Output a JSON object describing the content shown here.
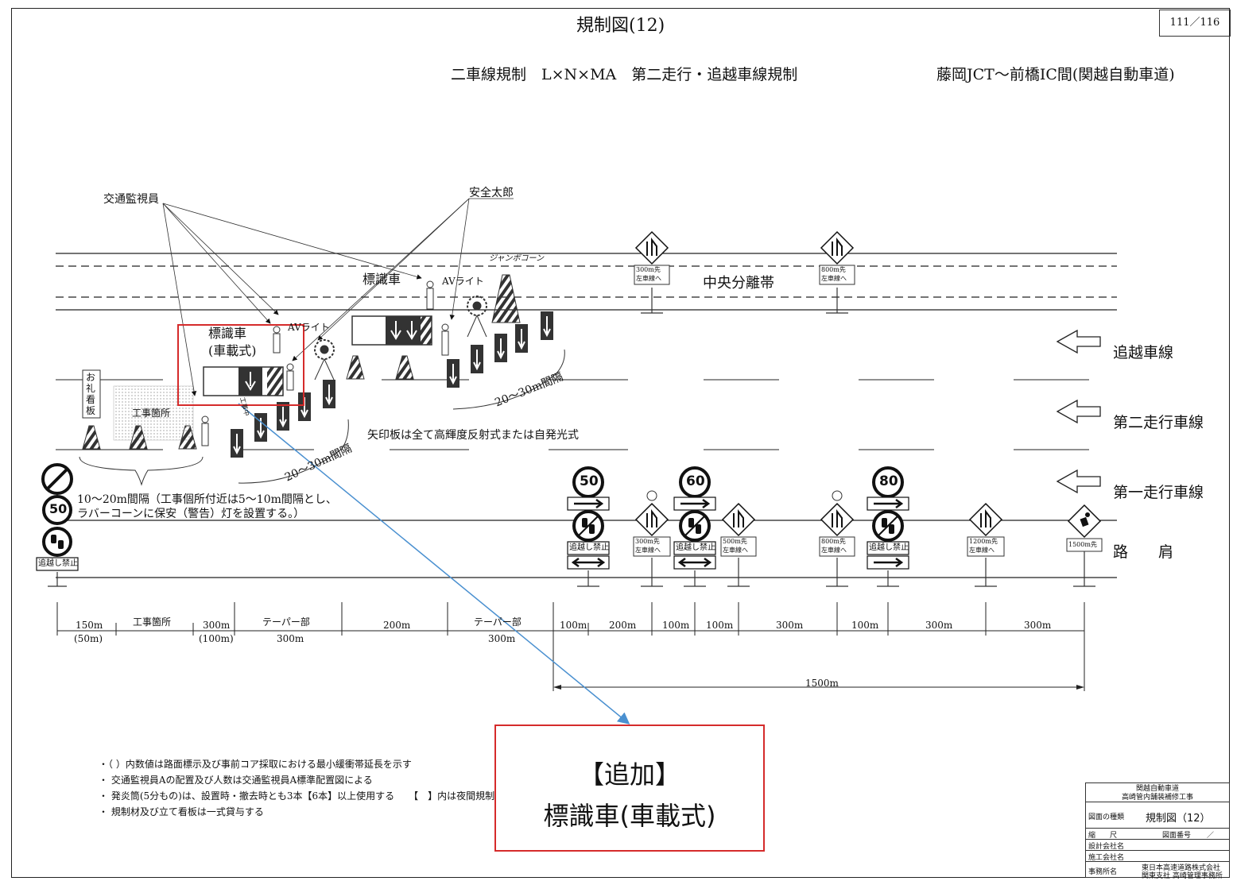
{
  "title": "規制図(12)",
  "page_number": "111／116",
  "subtitle_left": "二車線規制　L×N×MA　第二走行・追越車線規制",
  "subtitle_right": "藤岡JCT〜前橋IC間(関越自動車道)",
  "labels": {
    "traffic_monitor": "交通監視員",
    "anzen_taro": "安全太郎",
    "sign_vehicle": "標識車",
    "av_light_1": "AVライト",
    "av_light_2": "AVライト",
    "jumbo_cone": "ジャンボコーン",
    "median": "中央分離帯",
    "highlight_line1": "標識車",
    "highlight_line2": "(車載式)",
    "orei_sign": "お礼看板",
    "work_site": "工事箇所",
    "interval_1": "20〜30m間隔",
    "interval_2": "20〜30m間隔",
    "arrow_board_note": "矢印板は全て高輝度反射式または自発光式",
    "cone_note_1": "10〜20m間隔（工事個所付近は5〜10m間隔とし、",
    "cone_note_2": "ラバーコーンに保安（警告）灯を設置する。）",
    "no_passing": "追越し禁止",
    "work_in_progress": "工事中"
  },
  "lanes": {
    "passing": "追越車線",
    "second": "第二走行車線",
    "first": "第一走行車線",
    "shoulder": "路　　肩"
  },
  "signs": {
    "sign_300_top": [
      "300m先",
      "左車線へ"
    ],
    "sign_800_top": [
      "800m先",
      "左車線へ"
    ],
    "sign_300": [
      "300m先",
      "左車線へ"
    ],
    "sign_500": [
      "500m先",
      "左車線へ"
    ],
    "sign_800": [
      "800m先",
      "左車線へ"
    ],
    "sign_1200": [
      "1200m先",
      "左車線へ"
    ],
    "sign_1500": "1500m先",
    "speeds": [
      "50",
      "60",
      "80"
    ],
    "left_speed": "50"
  },
  "dimensions": {
    "segments": [
      {
        "label": "150m",
        "sub": "(50m)"
      },
      {
        "label": "工事箇所",
        "sub": ""
      },
      {
        "label": "300m",
        "sub": "(100m)"
      },
      {
        "label": "テーパー部",
        "sub": "300m"
      },
      {
        "label": "200m",
        "sub": ""
      },
      {
        "label": "テーパー部",
        "sub": "300m"
      },
      {
        "label": "100m",
        "sub": ""
      },
      {
        "label": "200m",
        "sub": ""
      },
      {
        "label": "100m",
        "sub": ""
      },
      {
        "label": "100m",
        "sub": ""
      },
      {
        "label": "300m",
        "sub": ""
      },
      {
        "label": "100m",
        "sub": ""
      },
      {
        "label": "300m",
        "sub": ""
      },
      {
        "label": "300m",
        "sub": ""
      }
    ],
    "total": "1500m"
  },
  "callout": {
    "line1": "【追加】",
    "line2": "標識車(車載式)"
  },
  "notes": [
    "・（ ）内数値は路面標示及び事前コア採取における最小緩衝帯延長を示す",
    "・ 交通監視員Aの配置及び人数は交通監視員A標準配置図による",
    "・ 発炎筒(5分もの)は、設置時・撤去時とも3本【6本】以上使用する　　【　】内は夜間規制",
    "・ 規制材及び立て看板は一式貸与する"
  ],
  "title_block": {
    "line1": "関越自動車道",
    "line2": "高崎管内舗装補修工事",
    "kind_label": "図面の種類",
    "kind_value": "規制図（12）",
    "scale_label": "縮　　尺",
    "num_label": "図面番号",
    "num_value": "／",
    "design_label": "設計会社名",
    "contractor_label": "施工会社名",
    "office_label": "事務所名",
    "office_value_1": "東日本高速道路株式会社",
    "office_value_2": "関東支社 高崎管理事務所"
  }
}
